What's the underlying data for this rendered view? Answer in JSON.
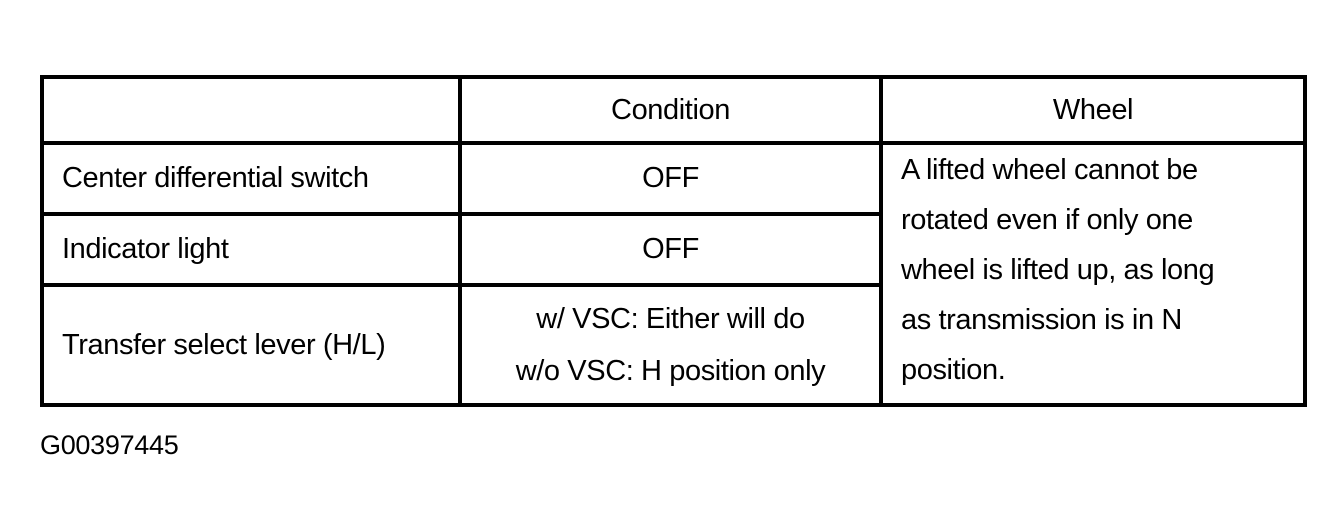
{
  "page": {
    "background_color": "#ffffff",
    "text_color": "#000000",
    "border_color": "#000000"
  },
  "table": {
    "headers": {
      "col1": "",
      "col2": "Condition",
      "col3": "Wheel"
    },
    "rows": [
      {
        "label": "Center differential switch",
        "condition": "OFF"
      },
      {
        "label": "Indicator light",
        "condition": "OFF"
      },
      {
        "label": "Transfer select lever (H/L)",
        "condition_lines": [
          "w/ VSC: Either will do",
          "w/o VSC: H position only"
        ]
      }
    ],
    "wheel_note_lines": [
      "A lifted wheel cannot be",
      "rotated even if only one",
      "wheel is lifted up, as long",
      "as transmission is in N",
      "position."
    ]
  },
  "caption": "G00397445"
}
